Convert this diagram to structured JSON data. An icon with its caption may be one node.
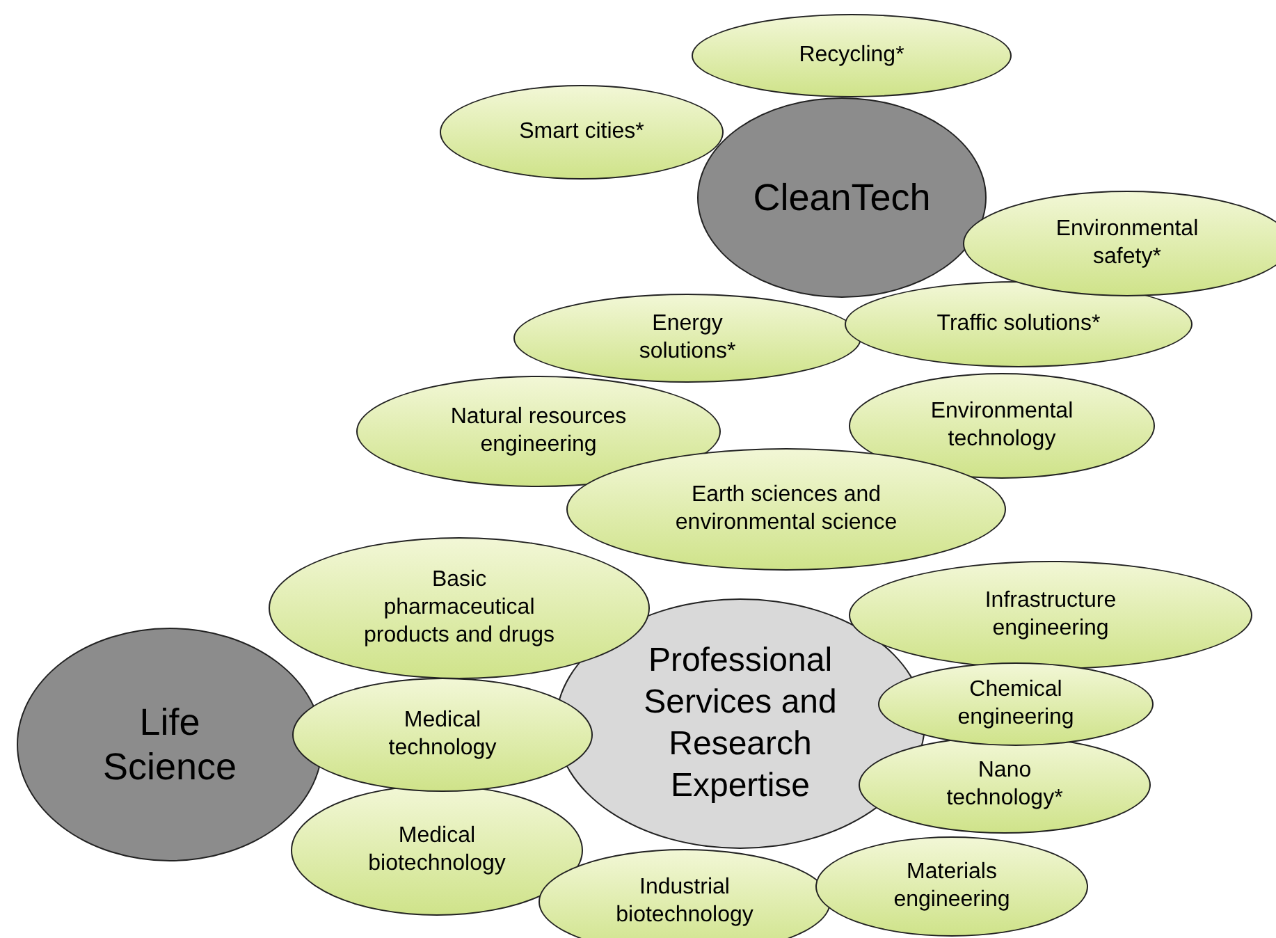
{
  "diagram": {
    "nodes": [
      {
        "text": [
          "Recycling*"
        ]
      },
      {
        "text": [
          "Smart cities*"
        ]
      },
      {
        "text": [
          "CleanTech"
        ]
      },
      {
        "text": [
          "Environmental safety*"
        ]
      },
      {
        "text": [
          "Energy solutions*"
        ]
      },
      {
        "text": [
          "Traffic solutions*"
        ]
      },
      {
        "text": [
          "Natural resources engineering"
        ]
      },
      {
        "text": [
          "Environmental technology"
        ]
      },
      {
        "text": [
          "Earth sciences and environmental science"
        ]
      },
      {
        "text": [
          "Basic pharmaceutical products and drugs"
        ]
      },
      {
        "text": [
          "Infrastructure engineering"
        ]
      },
      {
        "text": [
          "Life Science"
        ]
      },
      {
        "text": [
          "Professional Services and Research Expertise"
        ]
      },
      {
        "text": [
          "Medical technology"
        ]
      },
      {
        "text": [
          "Chemical engineering"
        ]
      },
      {
        "text": [
          "Nano technology*"
        ]
      },
      {
        "text": [
          "Medical biotechnology"
        ]
      },
      {
        "text": [
          "Industrial biotechnology"
        ]
      },
      {
        "text": [
          "Materials engineering"
        ]
      }
    ],
    "edges": []
  }
}
